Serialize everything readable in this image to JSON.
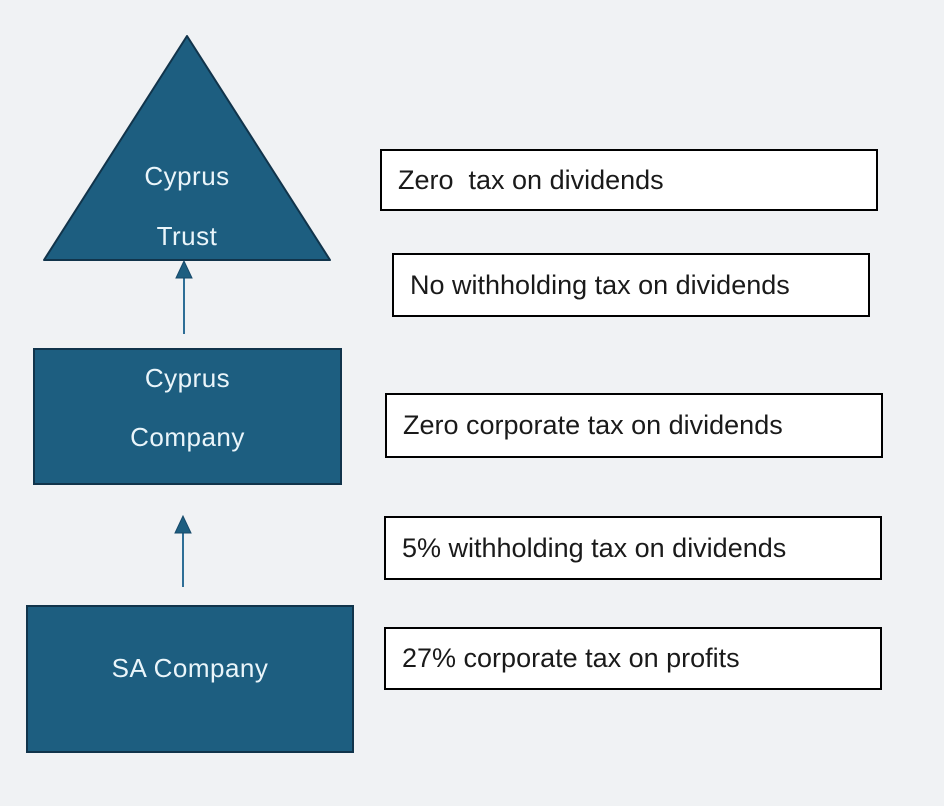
{
  "canvas": {
    "background": "#f0f2f4"
  },
  "colors": {
    "shape_fill": "#1d5e80",
    "shape_border": "#11344b",
    "shape_text": "#eaf5fa",
    "arrow_line": "#2e6e96",
    "callout_background": "#ffffff",
    "callout_border": "#000000",
    "callout_text": "#1a1a1a"
  },
  "shapes": {
    "trust": {
      "line1": "Cyprus",
      "line2": "Trust"
    },
    "company": {
      "line1": "Cyprus",
      "line2": "Company"
    },
    "sa": {
      "label": "SA Company"
    }
  },
  "callouts": [
    {
      "text": "Zero  tax on dividends"
    },
    {
      "text": "No withholding tax on dividends"
    },
    {
      "text": "Zero corporate tax on dividends"
    },
    {
      "text": "5% withholding tax on dividends"
    },
    {
      "text": "27% corporate tax on profits"
    }
  ]
}
